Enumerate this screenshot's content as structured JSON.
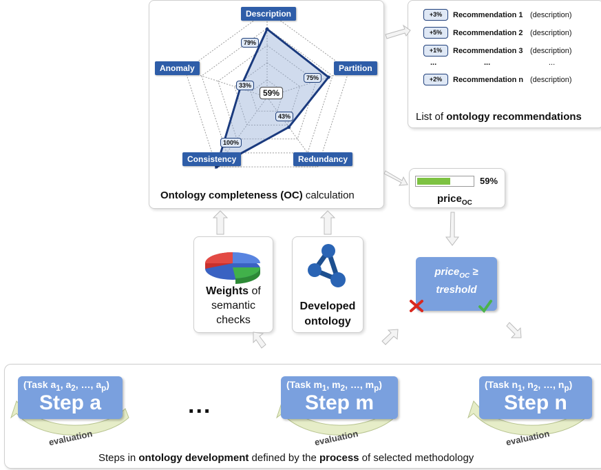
{
  "radar": {
    "axes": [
      "Description",
      "Partition",
      "Redundancy",
      "Consistency",
      "Anomaly"
    ],
    "values": [
      79,
      75,
      43,
      100,
      33
    ],
    "value_labels": [
      "79%",
      "75%",
      "43%",
      "100%",
      "33%"
    ],
    "center_label": "59%",
    "caption_bold": "Ontology completeness (OC)",
    "caption_rest": " calculation"
  },
  "recommendations": {
    "items": [
      {
        "badge": "+3%",
        "name": "Recommendation 1",
        "desc": "(description)"
      },
      {
        "badge": "+5%",
        "name": "Recommendation 2",
        "desc": "(description)"
      },
      {
        "badge": "+1%",
        "name": "Recommendation 3",
        "desc": "(description)"
      },
      {
        "badge": "+2%",
        "name": "Recommendation n",
        "desc": "(description)"
      }
    ],
    "ellipsis": "...",
    "caption_plain": "List of ",
    "caption_bold": "ontology recommendations"
  },
  "price": {
    "value": 59,
    "value_label": "59%",
    "label": "price",
    "sub": "OC"
  },
  "weights": {
    "bold": "Weights",
    "rest1": " of",
    "line2": "semantic",
    "line3": "checks"
  },
  "ontology": {
    "line1": "Developed",
    "line2": "ontology"
  },
  "threshold": {
    "line1_main": "price",
    "line1_sub": "OC",
    "line1_op": " ≥",
    "line2": "treshold"
  },
  "steps": [
    {
      "task_prefix": "(Task ",
      "task_vars": [
        "a",
        "a",
        "a"
      ],
      "task_subs": [
        "1",
        "2",
        "p"
      ],
      "name": "Step a",
      "eval": "evaluation"
    },
    {
      "task_prefix": "(Task ",
      "task_vars": [
        "m",
        "m",
        "m"
      ],
      "task_subs": [
        "1",
        "2",
        "p"
      ],
      "name": "Step m",
      "eval": "evaluation"
    },
    {
      "task_prefix": "(Task ",
      "task_vars": [
        "n",
        "n",
        "n"
      ],
      "task_subs": [
        "1",
        "2",
        "p"
      ],
      "name": "Step n",
      "eval": "evaluation"
    }
  ],
  "steps_ellipsis": "...",
  "steps_caption": {
    "p1": "Steps in ",
    "b1": "ontology development",
    "p2": " defined by the ",
    "b2": "process",
    "p3": " of selected methodology"
  },
  "colors": {
    "accent": "#2e5da8",
    "step_box": "#7aa0de",
    "progress": "#7dc242",
    "eval_arrow": "#e6edc8"
  }
}
